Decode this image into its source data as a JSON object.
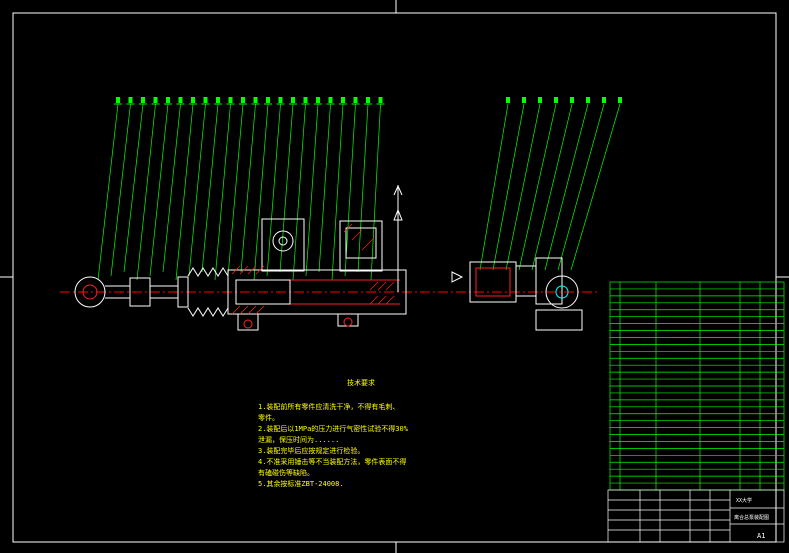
{
  "drawing": {
    "background": "#000000",
    "colors": {
      "frame": "#ffffff",
      "leader": "#00ff00",
      "balloon": "#00ff00",
      "outline": "#ffffff",
      "hatch": "#ff2020",
      "centerline": "#ff0000",
      "parts": "#ffffff",
      "notes": "#ffff00",
      "bom_grid": "#00ff00"
    },
    "balloons_left_count": 22,
    "balloons_right_count": 8
  },
  "notes": {
    "title": "技术要求",
    "lines": [
      "1.装配前所有零件应清洗干净，不得有毛刺、",
      "零件。",
      "2.装配后以1MPa的压力进行气密性试验不得30%",
      "泄漏，保压时间为......",
      "3.装配完毕后应按规定进行检验。",
      "4.不准采用锤击等不当装配方法，零件表面不得",
      "有磕碰伤等缺陷。",
      "5.其余按标准ZBT-24008."
    ]
  },
  "title_block": {
    "company": "XX大学",
    "drawing_name": "离合总泵装配图",
    "sheet_size": "A1"
  }
}
